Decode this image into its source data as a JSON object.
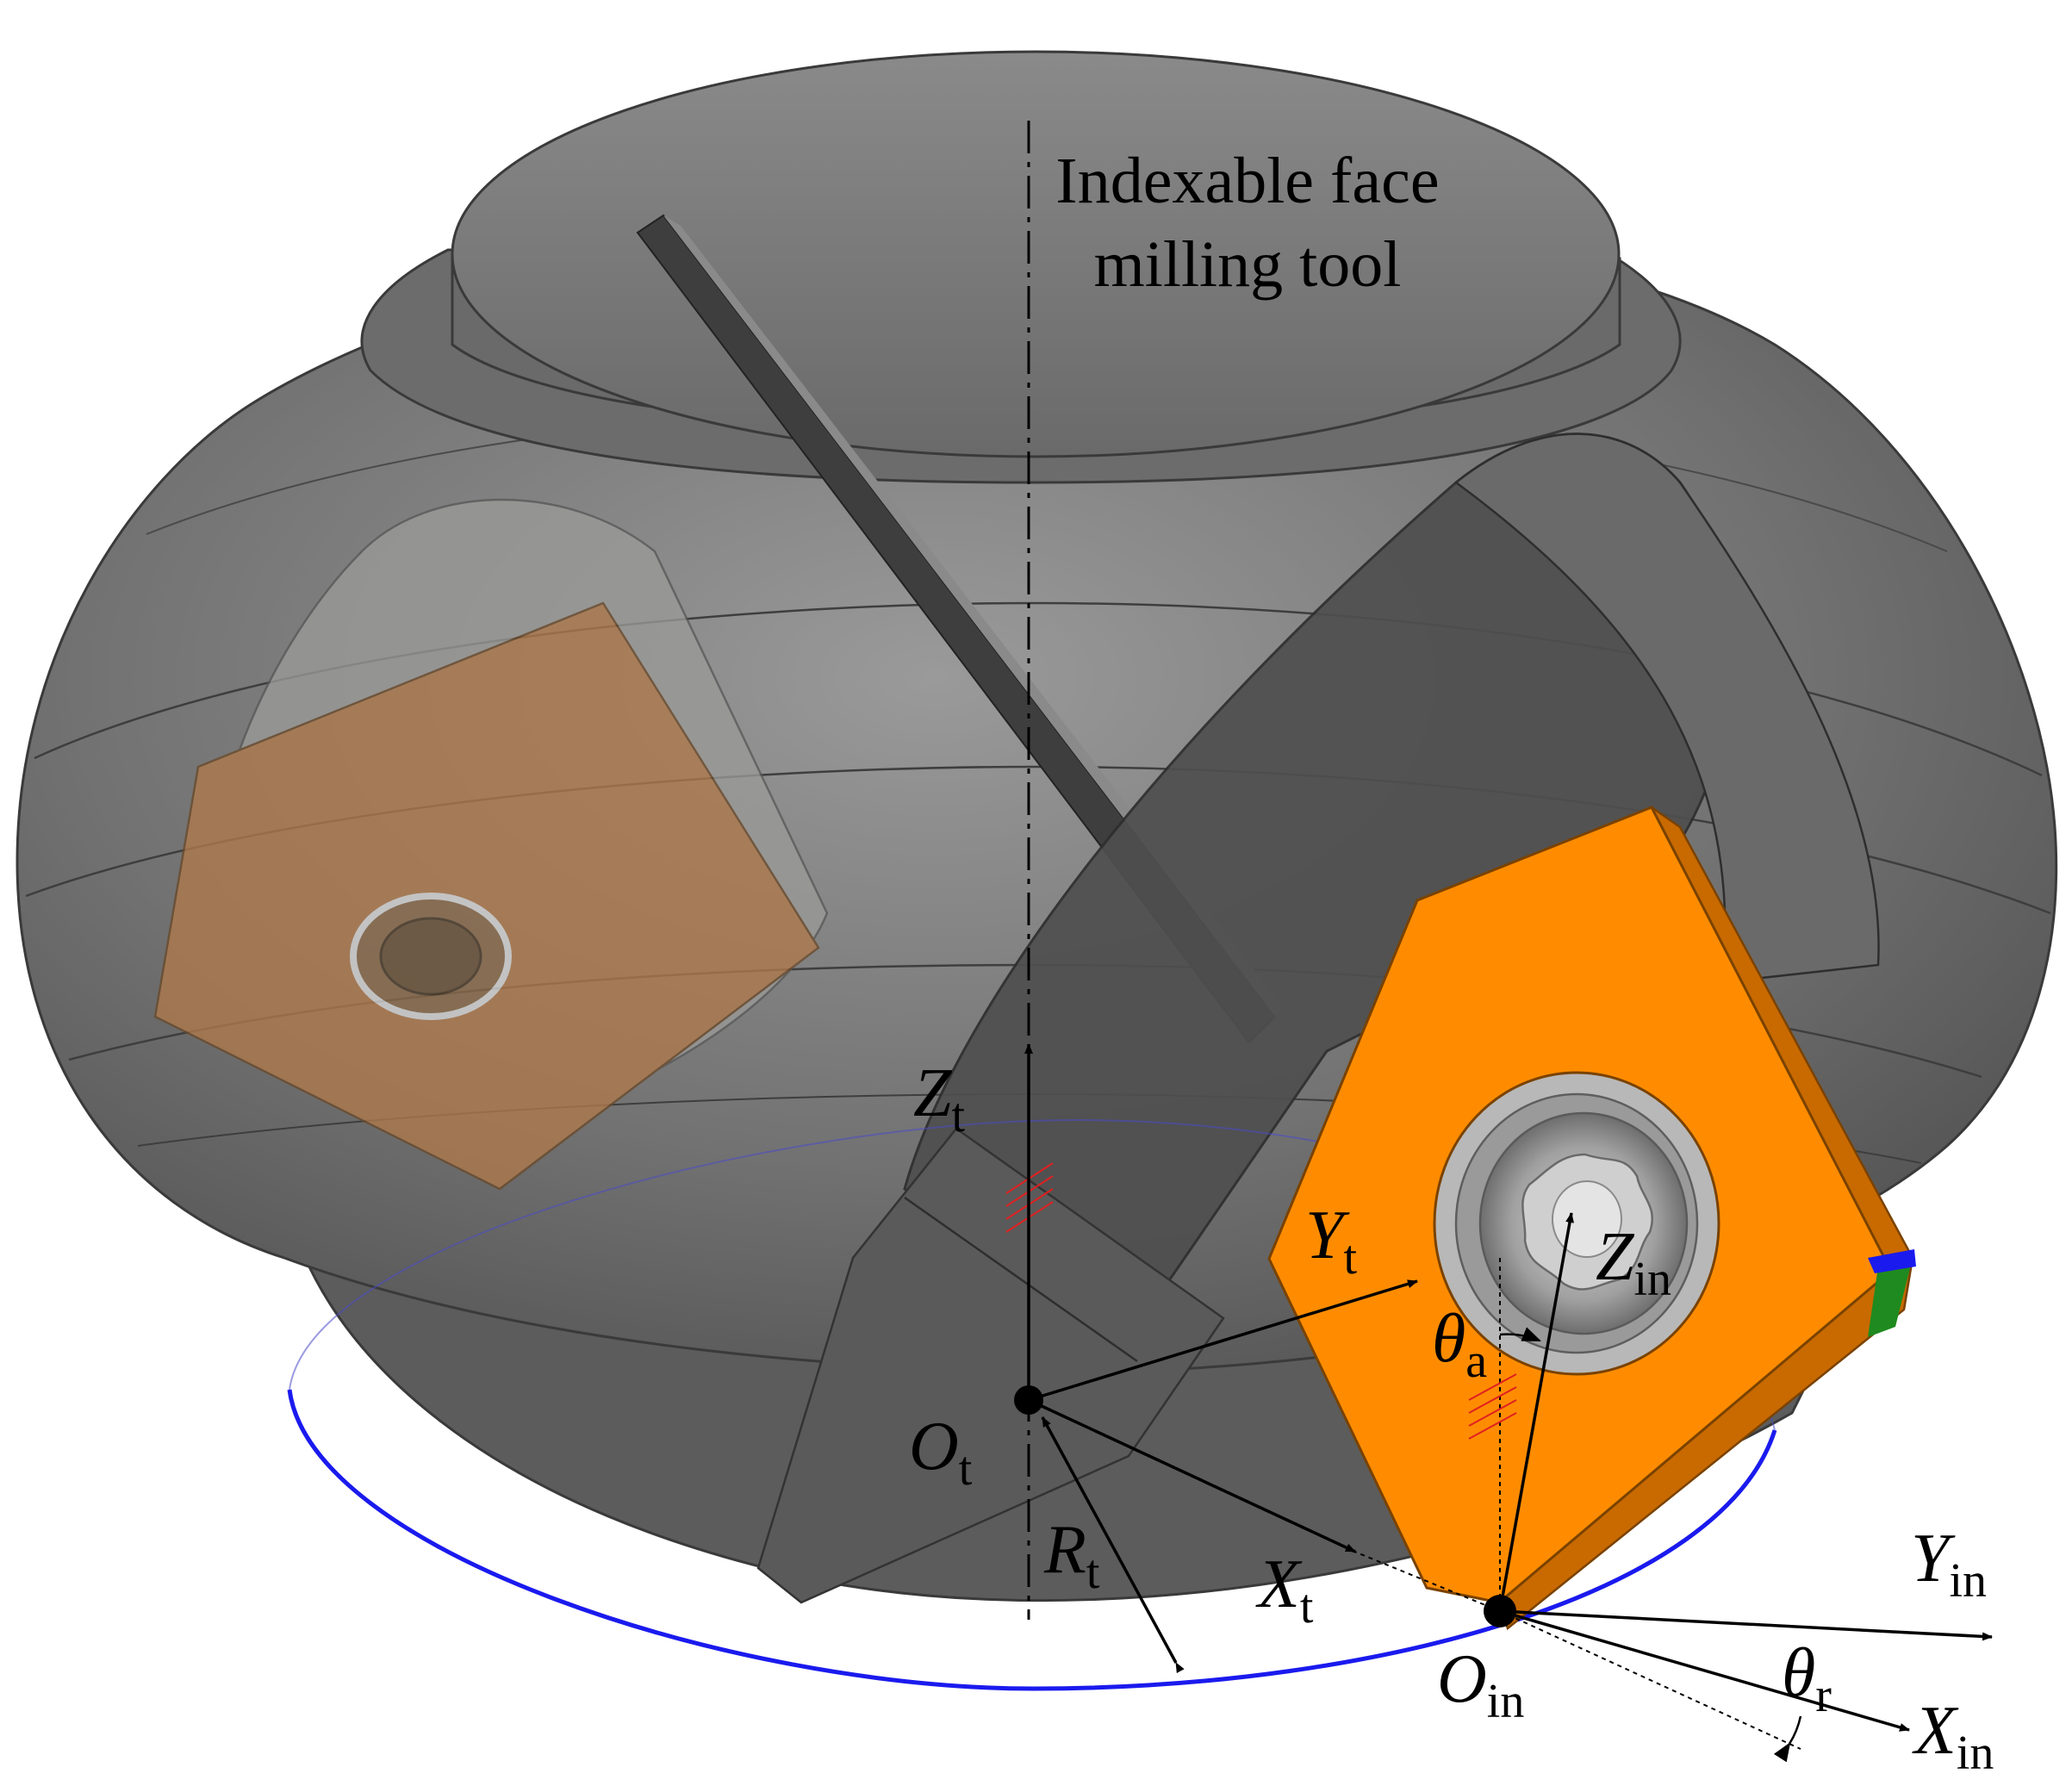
{
  "caption": {
    "line1": "Indexable face",
    "line2": "milling tool"
  },
  "labels": {
    "Zt": {
      "main": "Z",
      "sub": "t"
    },
    "Yt": {
      "main": "Y",
      "sub": "t"
    },
    "Xt": {
      "main": "X",
      "sub": "t"
    },
    "Ot": {
      "main": "O",
      "sub": "t"
    },
    "Rt": {
      "main": "R",
      "sub": "t"
    },
    "Zin": {
      "main": "Z",
      "sub": "in"
    },
    "Yin": {
      "main": "Y",
      "sub": "in"
    },
    "Xin": {
      "main": "X",
      "sub": "in"
    },
    "Oin": {
      "main": "O",
      "sub": "in"
    },
    "theta_a": {
      "main": "θ",
      "sub": "a"
    },
    "theta_r": {
      "main": "θ",
      "sub": "r"
    }
  },
  "colors": {
    "tool_body": "#6e6e6e",
    "tool_dark": "#4a4a4a",
    "tool_light": "#9c9c9c",
    "insert": "#ff8c00",
    "insert_edge": "#c86a00",
    "path_circle": "#1a1aee",
    "axis": "#000000",
    "hatch": "#e02020",
    "chip_green": "#1f8a1f",
    "chip_blue": "#1a1aee"
  }
}
